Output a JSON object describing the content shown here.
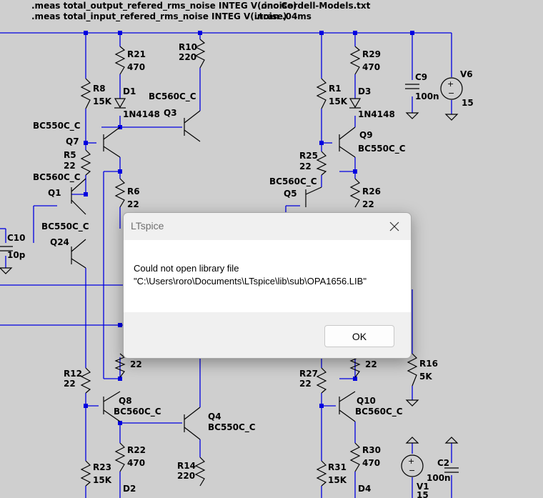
{
  "directives": {
    "meas_output": ".meas total_output_refered_rms_noise INTEG V(onoise)",
    "meas_input": ".meas total_input_refered_rms_noise INTEG V(inoise)",
    "include": ".inc Cordell-Models.txt",
    "tran": ".tran .04ms"
  },
  "components": {
    "R21": {
      "name": "R21",
      "value": "470"
    },
    "R10": {
      "name": "R10",
      "value": "220"
    },
    "R8": {
      "name": "R8",
      "value": "15K"
    },
    "D1": {
      "name": "D1",
      "value": "1N4148"
    },
    "Q3": {
      "name": "Q3",
      "value": "BC560C_C"
    },
    "Q7": {
      "name": "Q7",
      "value": "BC550C_C"
    },
    "R5": {
      "name": "R5",
      "value": "22"
    },
    "Q1": {
      "name": "Q1",
      "value": "BC560C_C"
    },
    "R6": {
      "name": "R6",
      "value": "22"
    },
    "C10": {
      "name": "C10",
      "value": "10p"
    },
    "Q24": {
      "name": "Q24",
      "value": "BC550C_C"
    },
    "R29": {
      "name": "R29",
      "value": "470"
    },
    "C9": {
      "name": "C9",
      "value": "100n"
    },
    "V6": {
      "name": "V6",
      "value": "15"
    },
    "R1": {
      "name": "R1",
      "value": "15K"
    },
    "D3": {
      "name": "D3",
      "value": "1N4148"
    },
    "Q9": {
      "name": "Q9",
      "value": "BC550C_C"
    },
    "R25": {
      "name": "R25",
      "value": "22"
    },
    "Q5": {
      "name": "Q5",
      "value": "BC560C_C"
    },
    "R26": {
      "name": "R26",
      "value": "22"
    },
    "R12": {
      "name": "R12",
      "value": "22"
    },
    "R_left_low": {
      "value": "22"
    },
    "Q8": {
      "name": "Q8",
      "value": "BC560C_C"
    },
    "Q4": {
      "name": "Q4",
      "value": "BC550C_C"
    },
    "R22": {
      "name": "R22",
      "value": "470"
    },
    "R23": {
      "name": "R23",
      "value": "15K"
    },
    "R14": {
      "name": "R14",
      "value": "220"
    },
    "D2": {
      "name": "D2"
    },
    "R27": {
      "name": "R27",
      "value": "22"
    },
    "R_right_low": {
      "value": "22"
    },
    "Q10": {
      "name": "Q10",
      "value": "BC560C_C"
    },
    "R16": {
      "name": "R16",
      "value": "5K"
    },
    "R30": {
      "name": "R30",
      "value": "470"
    },
    "R31": {
      "name": "R31",
      "value": "15K"
    },
    "D4": {
      "name": "D4"
    },
    "C2": {
      "name": "C2",
      "value": "100n"
    },
    "V1": {
      "name": "V1",
      "value": "15"
    }
  },
  "dialog": {
    "title": "LTspice",
    "message_line1": "Could not open library file",
    "message_line2": "\"C:\\Users\\roro\\Documents\\LTspice\\lib\\sub\\OPA1656.LIB\"",
    "ok_label": "OK"
  }
}
